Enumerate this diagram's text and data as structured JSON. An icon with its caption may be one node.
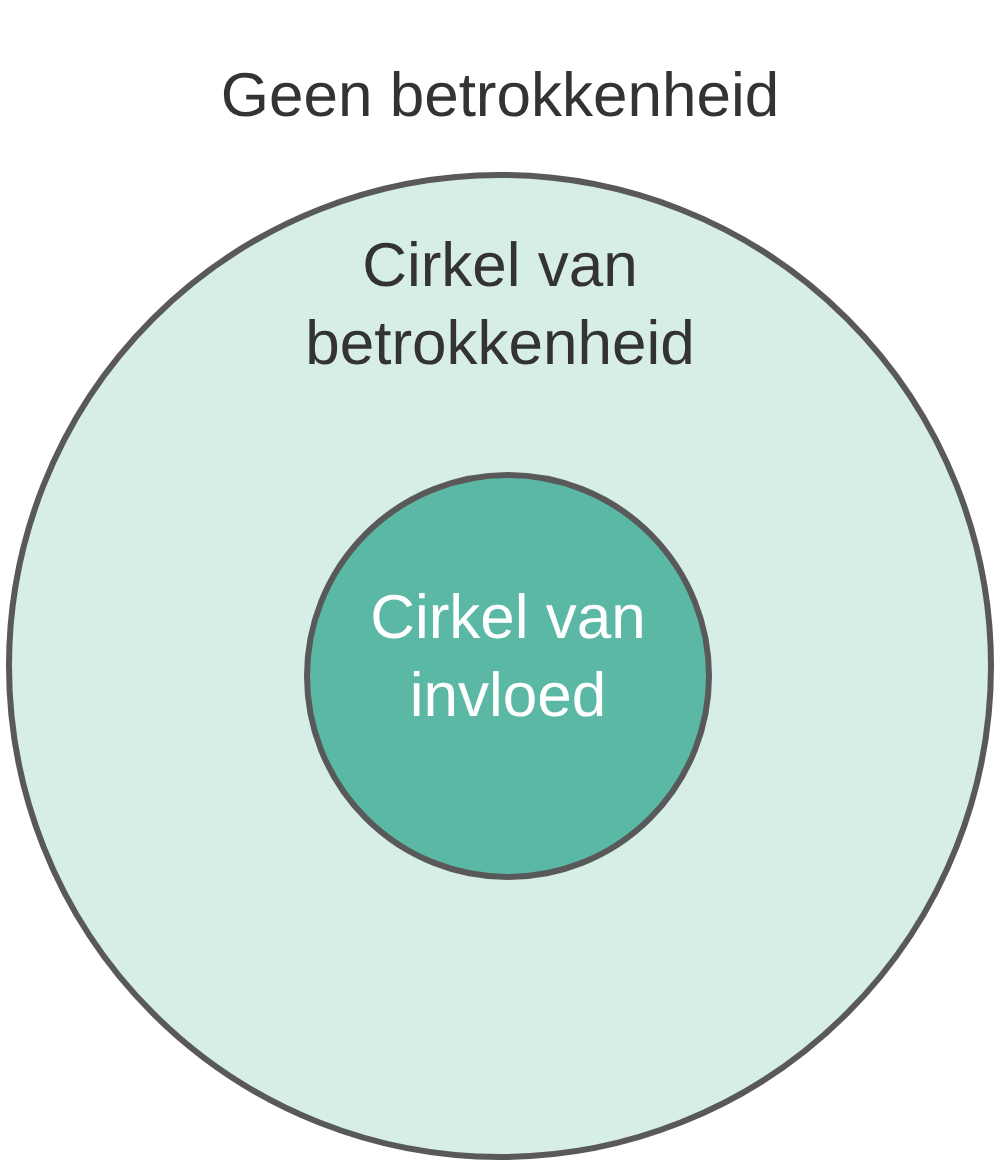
{
  "diagram": {
    "nodes": [
      {
        "text": [
          "Cirkel van betrokkenheid"
        ]
      },
      {
        "text": [
          "Cirkel van invloed"
        ],
        "in": 0
      }
    ],
    "labels": [
      "Geen betrokkenheid"
    ]
  }
}
